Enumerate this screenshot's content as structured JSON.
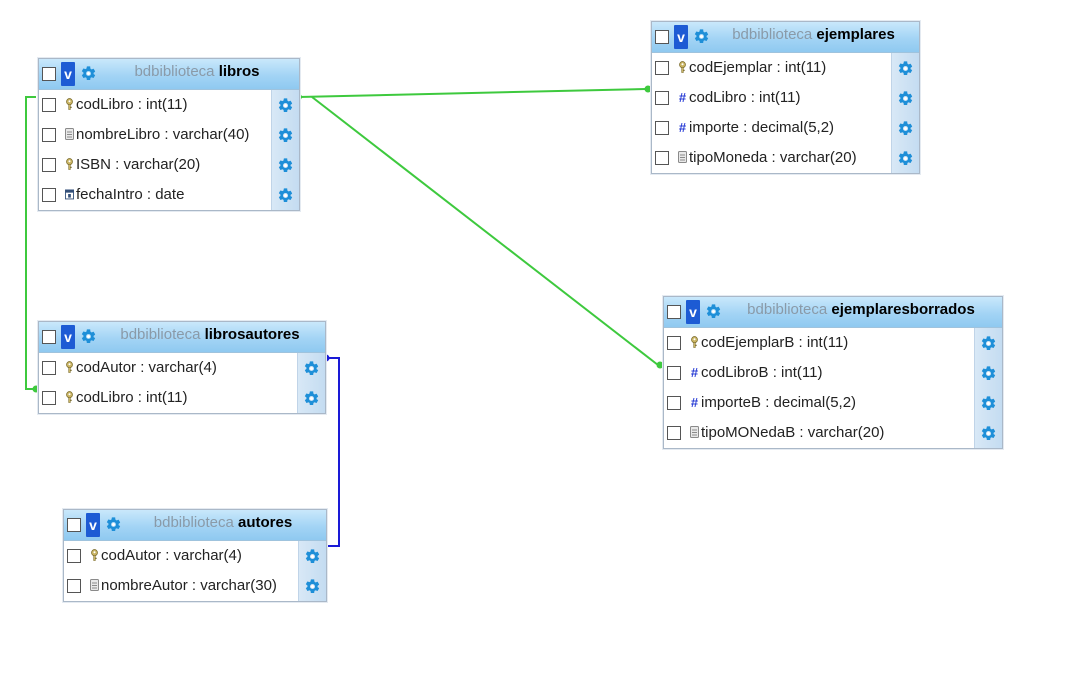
{
  "database": "bdbiblioteca",
  "tables": {
    "libros": {
      "name": "libros",
      "fields": [
        "codLibro : int(11)",
        "nombreLibro : varchar(40)",
        "ISBN : varchar(20)",
        "fechaIntro : date"
      ],
      "icons": [
        "key-icon",
        "text-icon",
        "key-icon",
        "date-icon"
      ]
    },
    "ejemplares": {
      "name": "ejemplares",
      "fields": [
        "codEjemplar : int(11)",
        "codLibro : int(11)",
        "importe : decimal(5,2)",
        "tipoMoneda : varchar(20)"
      ],
      "icons": [
        "key-icon",
        "number-icon",
        "number-icon",
        "text-icon"
      ]
    },
    "librosautores": {
      "name": "librosautores",
      "fields": [
        "codAutor : varchar(4)",
        "codLibro : int(11)"
      ],
      "icons": [
        "key-icon",
        "key-icon"
      ]
    },
    "ejemplaresborrados": {
      "name": "ejemplaresborrados",
      "fields": [
        "codEjemplarB : int(11)",
        "codLibroB : int(11)",
        "importeB : decimal(5,2)",
        "tipoMONedaB : varchar(20)"
      ],
      "icons": [
        "key-icon",
        "number-icon",
        "number-icon",
        "text-icon"
      ]
    },
    "autores": {
      "name": "autores",
      "fields": [
        "codAutor : varchar(4)",
        "nombreAutor : varchar(30)"
      ],
      "icons": [
        "key-icon",
        "text-icon"
      ]
    }
  },
  "relations": [
    {
      "from": "libros.codLibro",
      "to": "ejemplares.codLibro",
      "color": "#3ec93e"
    },
    {
      "from": "libros.codLibro",
      "to": "ejemplaresborrados.codLibroB",
      "color": "#3ec93e"
    },
    {
      "from": "libros.codLibro",
      "to": "librosautores.codLibro",
      "color": "#3ec93e"
    },
    {
      "from": "autores.codAutor",
      "to": "librosautores.codAutor",
      "color": "#1a1ad6"
    }
  ],
  "colors": {
    "header": "#a3d4f5",
    "accent": "#1d5bd4",
    "fk_link": "#3ec93e",
    "pk_link": "#1a1ad6",
    "gear": "#1e8fd8"
  }
}
